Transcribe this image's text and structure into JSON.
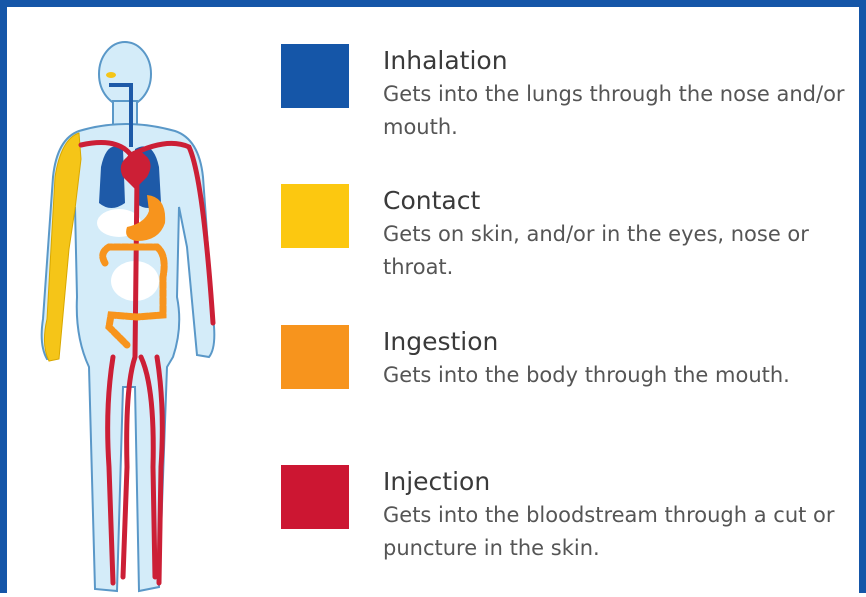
{
  "colors": {
    "frame": "#1556a8",
    "body_fill": "#d4ecf9",
    "body_outline": "#5a98c8",
    "lungs": "#1e5aa8",
    "arm": "#f5c518",
    "digestive": "#f7941d",
    "blood": "#cc1f36",
    "organ_white": "#ffffff"
  },
  "legend": [
    {
      "key": "inhalation",
      "title": "Inhalation",
      "description": "Gets into the lungs through the nose and/or mouth.",
      "color": "#1556a8"
    },
    {
      "key": "contact",
      "title": "Contact",
      "description": "Gets on skin, and/or in the eyes, nose or throat.",
      "color": "#fcc810"
    },
    {
      "key": "ingestion",
      "title": "Ingestion",
      "description": "Gets into the body through the mouth.",
      "color": "#f7941d"
    },
    {
      "key": "injection",
      "title": "Injection",
      "description": "Gets into the bloodstream through a cut or puncture in the skin.",
      "color": "#cc1632"
    }
  ]
}
